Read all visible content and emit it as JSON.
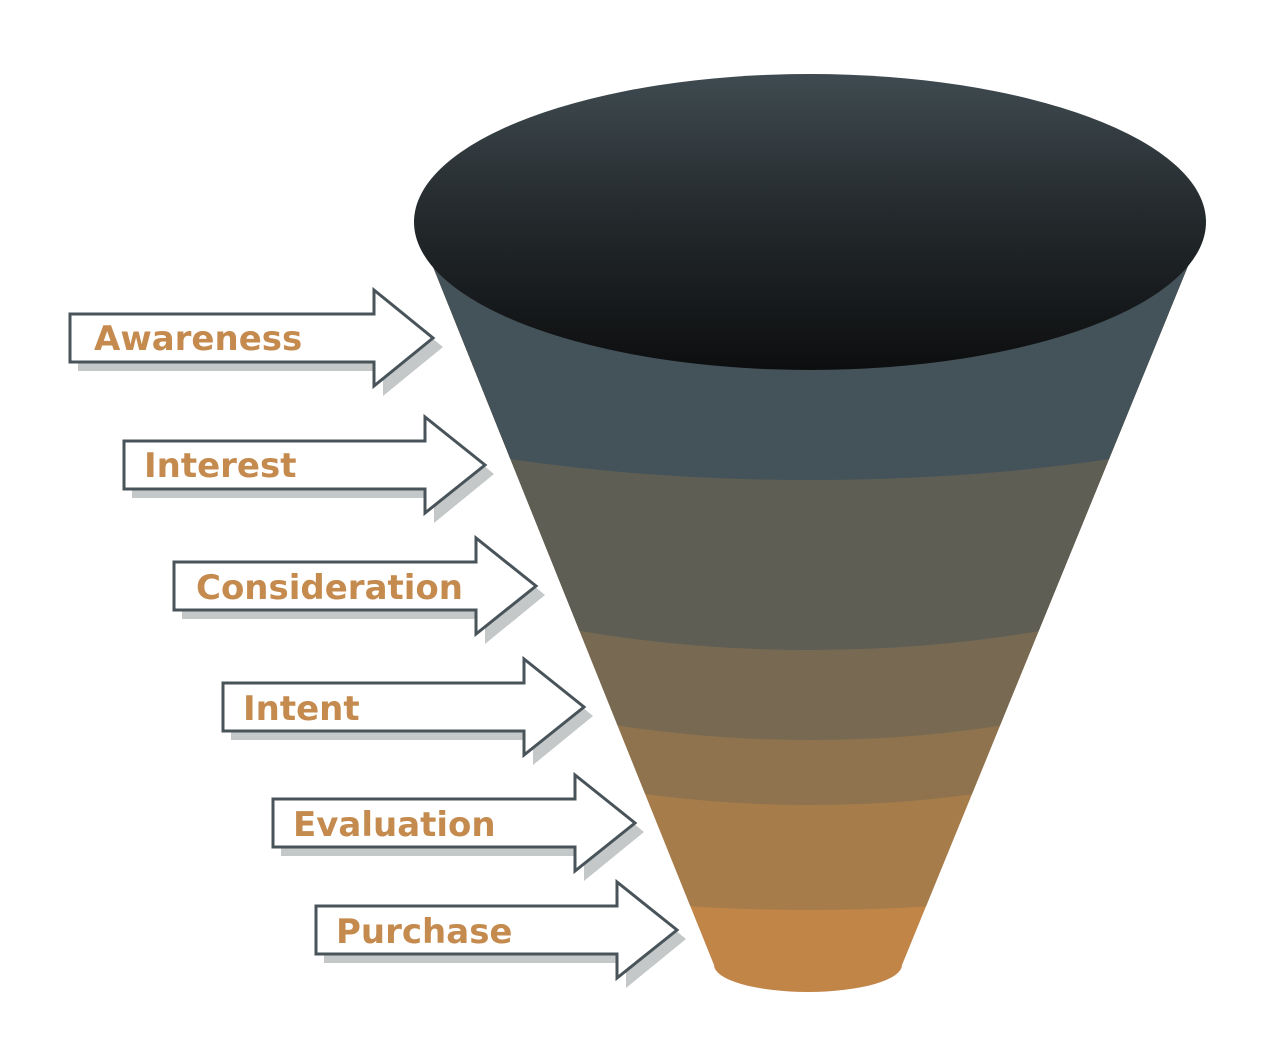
{
  "diagram": {
    "type": "sales-funnel",
    "stages": [
      {
        "id": "awareness",
        "label": "Awareness",
        "color": "#44525a"
      },
      {
        "id": "interest",
        "label": "Interest",
        "color": "#5e5e55"
      },
      {
        "id": "consideration",
        "label": "Consideration",
        "color": "#786a52"
      },
      {
        "id": "intent",
        "label": "Intent",
        "color": "#8e734e"
      },
      {
        "id": "evaluation",
        "label": "Evaluation",
        "color": "#a67c4b"
      },
      {
        "id": "purchase",
        "label": "Purchase",
        "color": "#c18548"
      }
    ],
    "colors": {
      "funnel_top": "#2b3336",
      "funnel_top_dark": "#0e0f10",
      "label_text": "#c48a4e",
      "arrow_outline": "#48545a",
      "arrow_fill": "#ffffff",
      "arrow_shadow": "#c5c8c8"
    }
  }
}
